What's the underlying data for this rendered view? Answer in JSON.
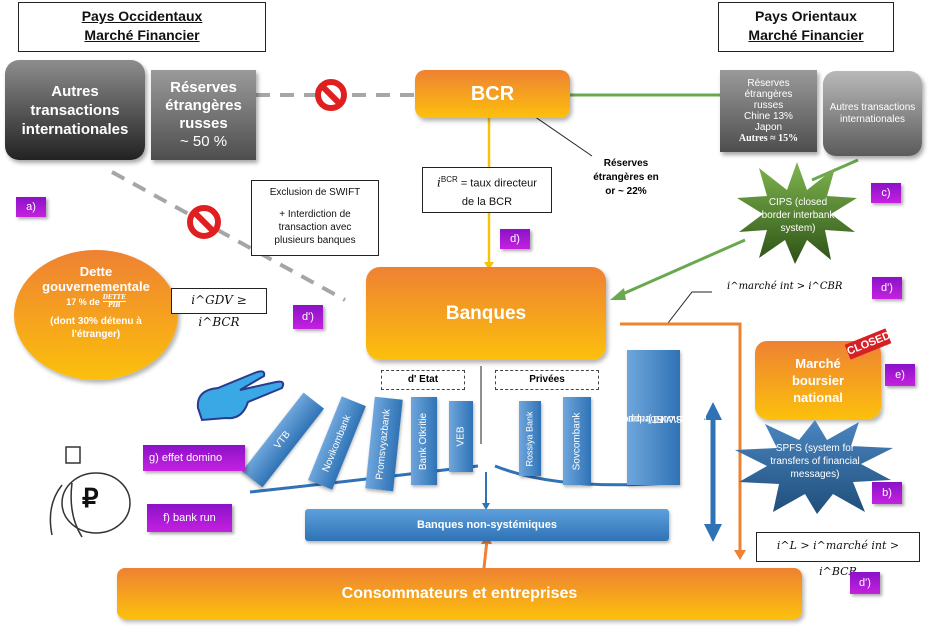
{
  "west": {
    "title_line1": "Pays Occidentaux",
    "title_line2": "Marché Financier"
  },
  "east": {
    "title_line1": "Pays Orientaux",
    "title_line2": "Marché Financier"
  },
  "west_boxes": {
    "other_transactions": "Autres transactions internationales",
    "reserves_line1": "Réserves",
    "reserves_line2": "étrangères",
    "reserves_line3": "russes",
    "reserves_line4": "~ 50 %"
  },
  "east_boxes": {
    "reserves_line1": "Réserves",
    "reserves_line2": "étrangères",
    "reserves_line3": "russes",
    "reserves_line4": "Chine 13%",
    "reserves_line5": "Japon",
    "reserves_line6": "Autres ≈ 15%",
    "other_transactions": "Autres transactions internationales"
  },
  "bcr": {
    "label": "BCR"
  },
  "gold_reserves": {
    "line1": "Réserves",
    "line2": "étrangères en",
    "line3": "or ~ 22%"
  },
  "bcr_rate_note": {
    "symbol": "i",
    "superscript": "BCR",
    "line1": " = taux directeur",
    "line2": "de la BCR"
  },
  "swift_note": {
    "line1": "Exclusion de SWIFT",
    "line2": "+ Interdiction de",
    "line3": "transaction avec",
    "line4": "plusieurs banques"
  },
  "debt": {
    "line1": "Dette",
    "line2": "gouvernementale",
    "ratio_prefix": "17 % de",
    "ratio_num": "DETTE",
    "ratio_den": "PIB",
    "line4": "(dont 30% détenu à",
    "line5": "l'étranger)"
  },
  "gdv_note": {
    "formula": "i^GDV ≥ i^BCR"
  },
  "banks": {
    "label": "Banques"
  },
  "cips": {
    "line1": "CIPS (closed",
    "line2": "border interbank",
    "line3": "system)"
  },
  "market_note": {
    "formula": "i^marché int > i^CBR"
  },
  "state_banks_label": "d' Etat",
  "private_banks_label": "Privées",
  "state_banks": [
    "VTB",
    "Novikombank",
    "Promsvyazbank",
    "Bank Otkritie",
    "VEB"
  ],
  "private_banks": [
    "Rossiya Bank",
    "Sovcombank"
  ],
  "sberbank": {
    "line1": "Sberbank",
    "line2": "(pas encore frappée par",
    "line3": "SWIFT)"
  },
  "stock_market": {
    "line1": "Marché",
    "line2": "boursier",
    "line3": "national",
    "stamp": "CLOSED"
  },
  "spfs": {
    "line1": "SPFS (system for",
    "line2": "transfers of financial",
    "line3": "messages)"
  },
  "loan_note": {
    "formula": "i^L > i^marché int > i^BCR"
  },
  "non_systemic": {
    "label": "Banques non-systémiques"
  },
  "consumers": {
    "label": "Consommateurs et entreprises"
  },
  "badges": {
    "a": "a)",
    "b": "b)",
    "c": "c)",
    "d": "d)",
    "d_prime": "d')",
    "e": "e)",
    "f": "f) bank run",
    "g": "g) effet domino"
  },
  "ruble_symbol": "₽",
  "colors": {
    "orange_top": "#ee8133",
    "orange_bottom": "#fcc00c",
    "purple": "#a418d4",
    "blue": "#2f73b6",
    "green": "#6aa84f",
    "cips_green": "#3f6b22",
    "spfs_blue": "#2c5e8e",
    "red": "#e02020"
  }
}
